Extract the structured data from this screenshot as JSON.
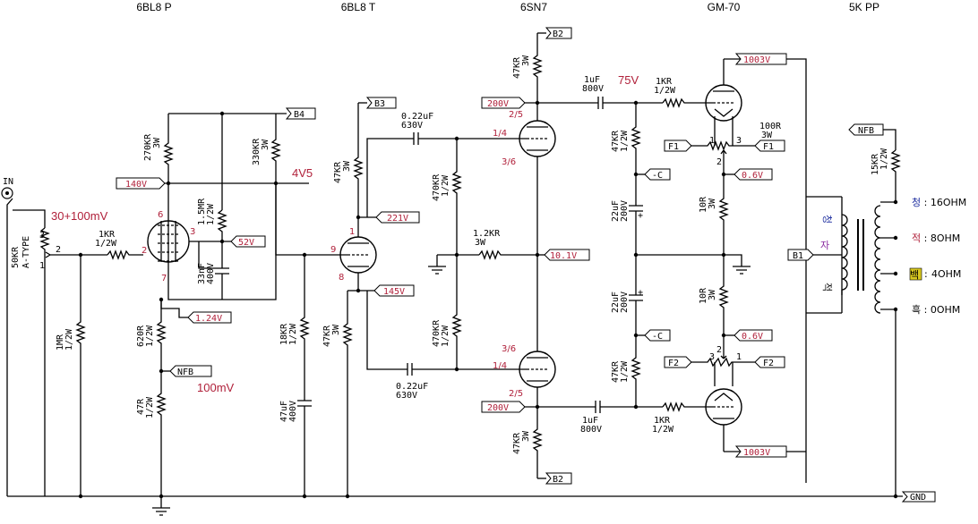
{
  "headers": {
    "tube1": "6BL8 P",
    "tube2": "6BL8 T",
    "tube3": "6SN7",
    "tube4": "GM-70",
    "xfmr": "5K PP"
  },
  "input": {
    "label": "IN",
    "signal": "30+100mV",
    "pot": "50KR",
    "pot_type": "A-TYPE",
    "pin1": "1",
    "pin2": "2",
    "pin3": "3"
  },
  "rails": {
    "b2_top": "B2",
    "b2_bot": "B2",
    "b3": "B3",
    "b4": "B4",
    "b1": "B1",
    "gnd": "GND",
    "nfb": "NFB",
    "f1a": "F1",
    "f1b": "F1",
    "f2a": "F2",
    "f2b": "F2",
    "minus_c_a": "-C",
    "minus_c_b": "-C"
  },
  "voltages": {
    "v140": "140V",
    "v52": "52V",
    "v124": "1.24V",
    "v221": "221V",
    "v145": "145V",
    "v200a": "200V",
    "v200b": "200V",
    "v101": "10.1V",
    "v1003a": "1003V",
    "v1003b": "1003V",
    "v06a": "0.6V",
    "v06b": "0.6V",
    "v4v5": "4V5",
    "v75": "75V",
    "v100mv": "100mV"
  },
  "resistors": {
    "r1kr": "1KR",
    "r1kr_w": "1/2W",
    "r1mr": "1MR",
    "r1mr_w": "1/2W",
    "r270": "270KR",
    "r270_w": "3W",
    "r15mr": "1.5MR",
    "r15mr_w": "1/2W",
    "r330": "330KR",
    "r330_w": "3W",
    "r620": "620R",
    "r620_w": "1/2W",
    "r47r": "47R",
    "r47r_w": "1/2W",
    "r18k": "18KR",
    "r18k_w": "1/2W",
    "r47k_a": "47KR",
    "r47k_a_w": "3W",
    "r47k_b": "47KR",
    "r47k_b_w": "3W",
    "r470_a": "470KR",
    "r470_a_w": "1/2W",
    "r470_b": "470KR",
    "r470_b_w": "1/2W",
    "r12k": "1.2KR",
    "r12k_w": "3W",
    "r47k_c": "47KR",
    "r47k_c_w": "3W",
    "r47k_d": "47KR",
    "r47k_d_w": "3W",
    "r47k_e": "47KR",
    "r47k_e_w": "1/2W",
    "r47k_f": "47KR",
    "r47k_f_w": "1/2W",
    "r1k_g1": "1KR",
    "r1k_g1_w": "1/2W",
    "r1k_g2": "1KR",
    "r1k_g2_w": "1/2W",
    "r10r_a": "10R",
    "r10r_a_w": "3W",
    "r10r_b": "10R",
    "r10r_b_w": "3W",
    "r100r": "100R",
    "r100r_w": "3W",
    "r15k": "15KR",
    "r15k_w": "1/2W"
  },
  "capacitors": {
    "c33n": "33nF",
    "c33n_v": "400V",
    "c47u": "47uF",
    "c47u_v": "400V",
    "c022a": "0.22uF",
    "c022a_v": "630V",
    "c022b": "0.22uF",
    "c022b_v": "630V",
    "c1ua": "1uF",
    "c1ua_v": "800V",
    "c1ub": "1uF",
    "c1ub_v": "800V",
    "c22a": "22uF",
    "c22a_v": "200V",
    "c22b": "22uF",
    "c22b_v": "200V"
  },
  "pins": {
    "p6": "6",
    "p3": "3",
    "p2": "2",
    "p7": "7",
    "p1": "1",
    "p9": "9",
    "p8": "8",
    "p25a": "2/5",
    "p14a": "1/4",
    "p36a": "3/6",
    "p36b": "3/6",
    "p14b": "1/4",
    "p25b": "2/5",
    "hp1": "1",
    "hp2": "2",
    "hp3": "3",
    "lp1": "1",
    "lp2": "2",
    "lp3": "3"
  },
  "taps": {
    "t16": "청 : 16OHM",
    "t8": "적 : 8OHM",
    "t4": "4OHM",
    "t4k": "백",
    "t0": "흑 : 0OHM",
    "pri1": "청",
    "pri2": "자",
    "pri3": "적"
  }
}
